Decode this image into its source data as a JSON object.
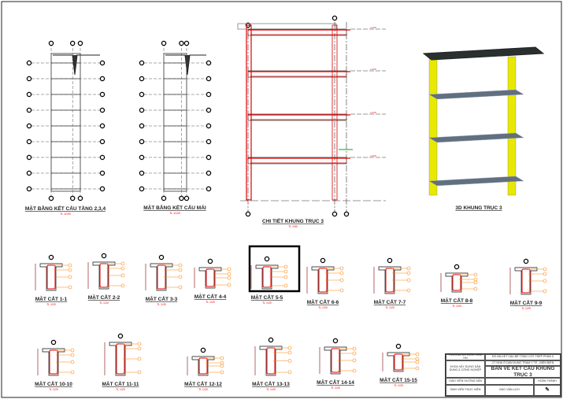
{
  "plans": [
    {
      "title": "MẶT BẰNG KẾT CẤU TẦNG 2,3,4",
      "scale": "TL 1/100"
    },
    {
      "title": "MẶT BẰNG KẾT CẤU MÁI",
      "scale": "TL 1/100"
    }
  ],
  "frame": {
    "title": "CHI TIẾT KHUNG TRỤC 3",
    "scale": "TL 1/50"
  },
  "model3d": {
    "title": "3D KHUNG TRỤC 3"
  },
  "sections": [
    {
      "title": "MẶT CẮT 1-1",
      "scale": "TL 1/20"
    },
    {
      "title": "MẶT CẮT 2-2",
      "scale": "TL 1/20"
    },
    {
      "title": "MẶT CẮT 3-3",
      "scale": "TL 1/20"
    },
    {
      "title": "MẶT CẮT 4-4",
      "scale": "TL 1/20"
    },
    {
      "title": "MẶT CẮT 5-5",
      "scale": "TL 1/20",
      "selected": true
    },
    {
      "title": "MẶT CẮT 6-6",
      "scale": "TL 1/20"
    },
    {
      "title": "MẶT CẮT 7-7",
      "scale": "TL 1/20"
    },
    {
      "title": "MẶT CẮT 8-8",
      "scale": "TL 1/20"
    },
    {
      "title": "MẶT CẮT 9-9",
      "scale": "TL 1/20"
    },
    {
      "title": "MẶT CẮT 10-10",
      "scale": "TL 1/20"
    },
    {
      "title": "MẶT CẮT 11-11",
      "scale": "TL 1/20"
    },
    {
      "title": "MẶT CẮT 12-12",
      "scale": "TL 1/20"
    },
    {
      "title": "MẶT CẮT 13-13",
      "scale": "TL 1/20"
    },
    {
      "title": "MẶT CẮT 14-14",
      "scale": "TL 1/20"
    },
    {
      "title": "MẶT CẮT 15-15",
      "scale": "TL 1/20"
    }
  ],
  "title_block": {
    "school": "TRƯỜNG ĐH KIẾN TRÚC HN",
    "project": "ĐỒ ÁN KẾT CẤU BÊ TÔNG CỐT THÉP PHẦN II",
    "building": "CT NHÀ Ở DÂN DỤNG TRẠM Y TẾ - ĐIỆN BIÊN",
    "faculty": "KHOA XÂY DỰNG DÂN DỤNG & CÔNG NGHIỆP",
    "drawing": "BẢN VẼ KẾT CẤU KHUNG TRỤC 3",
    "advisor_label": "GIÁO VIÊN HƯỚNG DẪN",
    "status": "HOÀN THÀNH",
    "student_label": "SINH VIÊN THỰC HIỆN",
    "student": "ĐÀO VĂN LỊCH"
  },
  "colors": {
    "rebar": "#e00000",
    "tag": "#ff8000",
    "dim": "#800000",
    "column3d": "#e8e800",
    "beam3d": "#607080"
  }
}
